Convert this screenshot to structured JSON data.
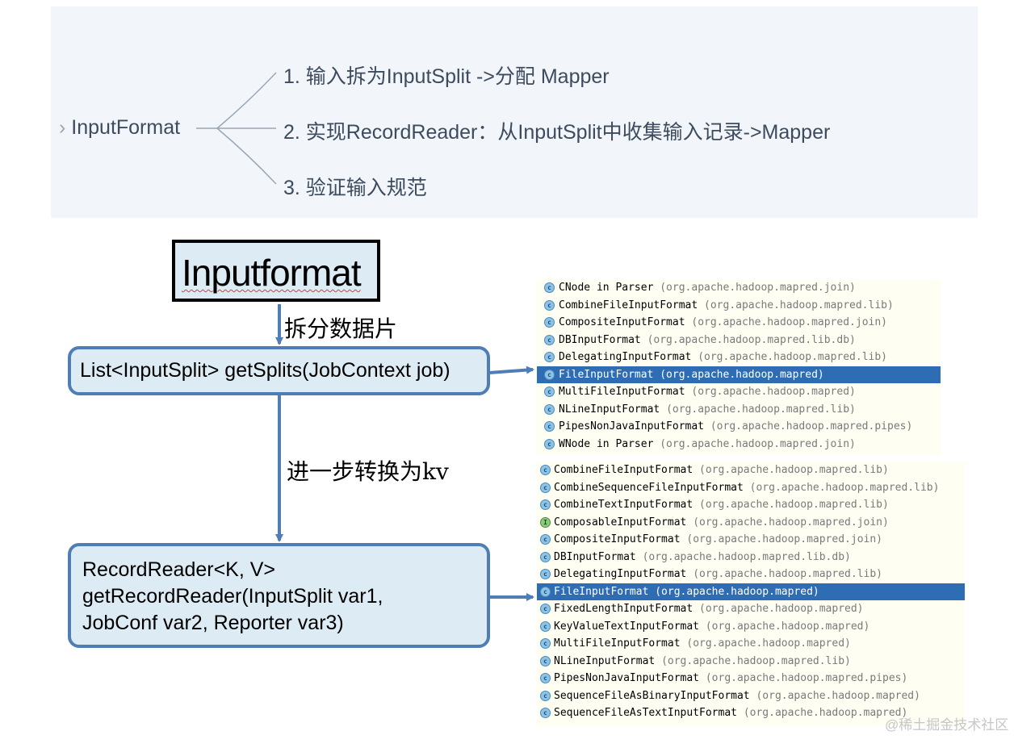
{
  "mindmap": {
    "root": "InputFormat",
    "branches": [
      "1. 输入拆为InputSplit ->分配 Mapper",
      "2. 实现RecordReader：从InputSplit中收集输入记录->Mapper",
      "3. 验证输入规范"
    ]
  },
  "diagram": {
    "title": "Inputformat",
    "edge1_label": "拆分数据片",
    "box1": "List<InputSplit> getSplits(JobContext job)",
    "edge2_label": "进一步转换为kv",
    "box2_lines": [
      "RecordReader<K, V>",
      "getRecordReader(InputSplit var1,",
      "JobConf var2, Reporter var3)"
    ]
  },
  "ide_list_1": [
    {
      "icon": "class-icon",
      "cls": "CNode in Parser",
      "pkg": "(org.apache.hadoop.mapred.join)"
    },
    {
      "icon": "class-icon",
      "cls": "CombineFileInputFormat",
      "pkg": "(org.apache.hadoop.mapred.lib)"
    },
    {
      "icon": "class-icon",
      "cls": "CompositeInputFormat",
      "pkg": "(org.apache.hadoop.mapred.join)"
    },
    {
      "icon": "class-icon",
      "cls": "DBInputFormat",
      "pkg": "(org.apache.hadoop.mapred.lib.db)"
    },
    {
      "icon": "class-icon",
      "cls": "DelegatingInputFormat",
      "pkg": "(org.apache.hadoop.mapred.lib)"
    },
    {
      "icon": "class-icon",
      "cls": "FileInputFormat",
      "pkg": "(org.apache.hadoop.mapred)",
      "selected": true
    },
    {
      "icon": "class-icon",
      "cls": "MultiFileInputFormat",
      "pkg": "(org.apache.hadoop.mapred)"
    },
    {
      "icon": "class-icon",
      "cls": "NLineInputFormat",
      "pkg": "(org.apache.hadoop.mapred.lib)"
    },
    {
      "icon": "class-icon",
      "cls": "PipesNonJavaInputFormat",
      "pkg": "(org.apache.hadoop.mapred.pipes)"
    },
    {
      "icon": "class-icon",
      "cls": "WNode in Parser",
      "pkg": "(org.apache.hadoop.mapred.join)"
    }
  ],
  "ide_list_2": [
    {
      "icon": "class-icon",
      "cls": "CombineFileInputFormat",
      "pkg": "(org.apache.hadoop.mapred.lib)"
    },
    {
      "icon": "class-icon",
      "cls": "CombineSequenceFileInputFormat",
      "pkg": "(org.apache.hadoop.mapred.lib)"
    },
    {
      "icon": "class-icon",
      "cls": "CombineTextInputFormat",
      "pkg": "(org.apache.hadoop.mapred.lib)"
    },
    {
      "icon": "interface-icon",
      "cls": "ComposableInputFormat",
      "pkg": "(org.apache.hadoop.mapred.join)"
    },
    {
      "icon": "class-icon",
      "cls": "CompositeInputFormat",
      "pkg": "(org.apache.hadoop.mapred.join)"
    },
    {
      "icon": "class-icon",
      "cls": "DBInputFormat",
      "pkg": "(org.apache.hadoop.mapred.lib.db)"
    },
    {
      "icon": "class-icon",
      "cls": "DelegatingInputFormat",
      "pkg": "(org.apache.hadoop.mapred.lib)"
    },
    {
      "icon": "class-icon",
      "cls": "FileInputFormat",
      "pkg": "(org.apache.hadoop.mapred)",
      "selected": true
    },
    {
      "icon": "class-icon",
      "cls": "FixedLengthInputFormat",
      "pkg": "(org.apache.hadoop.mapred)"
    },
    {
      "icon": "class-icon",
      "cls": "KeyValueTextInputFormat",
      "pkg": "(org.apache.hadoop.mapred)"
    },
    {
      "icon": "class-icon",
      "cls": "MultiFileInputFormat",
      "pkg": "(org.apache.hadoop.mapred)"
    },
    {
      "icon": "class-icon",
      "cls": "NLineInputFormat",
      "pkg": "(org.apache.hadoop.mapred.lib)"
    },
    {
      "icon": "class-icon",
      "cls": "PipesNonJavaInputFormat",
      "pkg": "(org.apache.hadoop.mapred.pipes)"
    },
    {
      "icon": "class-icon",
      "cls": "SequenceFileAsBinaryInputFormat",
      "pkg": "(org.apache.hadoop.mapred)"
    },
    {
      "icon": "class-icon",
      "cls": "SequenceFileAsTextInputFormat",
      "pkg": "(org.apache.hadoop.mapred)"
    }
  ],
  "watermark": "@稀土掘金技术社区",
  "colors": {
    "accent": "#4f7db5",
    "box_fill": "#dcebf4",
    "selection": "#2e6db3",
    "mindmap_bg": "#f2f6fa"
  }
}
